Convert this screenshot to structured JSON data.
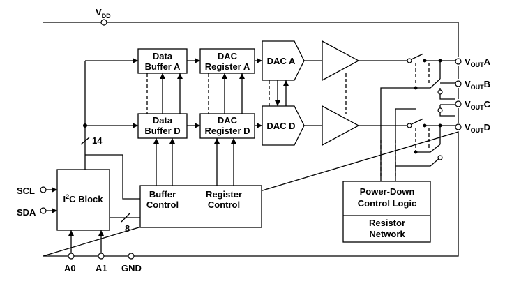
{
  "pins": {
    "vdd": "V",
    "vdd_sub": "DD",
    "scl": "SCL",
    "sda": "SDA",
    "a0": "A0",
    "a1": "A1",
    "gnd": "GND",
    "vout_prefix": "V",
    "vout_sub": "OUT",
    "vouta_suffix": "A",
    "voutb_suffix": "B",
    "voutc_suffix": "C",
    "voutd_suffix": "D"
  },
  "blocks": {
    "data_buffer_a": [
      "Data",
      "Buffer A"
    ],
    "dac_register_a": [
      "DAC",
      "Register A"
    ],
    "dac_a": "DAC A",
    "data_buffer_d": [
      "Data",
      "Buffer D"
    ],
    "dac_register_d": [
      "DAC",
      "Register D"
    ],
    "dac_d": "DAC D",
    "i2c_block_pre": "I",
    "i2c_block_sup": "2",
    "i2c_block_post": "C Block",
    "buffer_control": [
      "Buffer",
      "Control"
    ],
    "register_control": [
      "Register",
      "Control"
    ],
    "power_down": [
      "Power-Down",
      "Control Logic"
    ],
    "resistor_network": [
      "Resistor",
      "Network"
    ]
  },
  "bus": {
    "width_14": "14",
    "width_8": "8"
  }
}
